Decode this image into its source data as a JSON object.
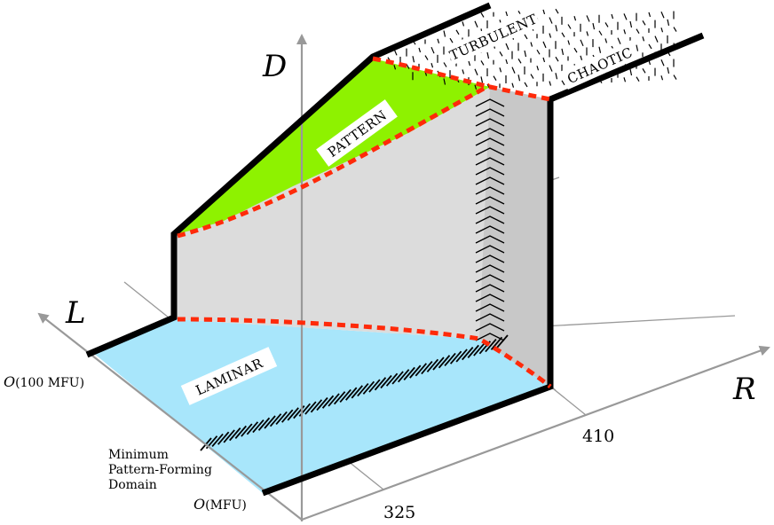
{
  "axes": {
    "d": "D",
    "l": "L",
    "r": "R"
  },
  "ticks": {
    "r1": "325",
    "r2": "410"
  },
  "l_ticks": {
    "low": "(MFU)",
    "high": "(100 MFU)",
    "symbol": "O"
  },
  "domain_label": [
    "Minimum",
    "Pattern-Forming",
    "Domain"
  ],
  "regions": {
    "laminar": "LAMINAR",
    "pattern": "PATTERN",
    "turbulent": "TURBULENT",
    "chaotic": "CHAOTIC"
  },
  "colors": {
    "laminar_fill": "#a8e6fb",
    "pattern_fill": "#8ef200",
    "wall_fill": "#dcdcdc",
    "wall_right_fill": "#c8c8c8",
    "boundary_dashed": "#ff2a0a",
    "outline": "#000000",
    "axis": "#999999"
  }
}
